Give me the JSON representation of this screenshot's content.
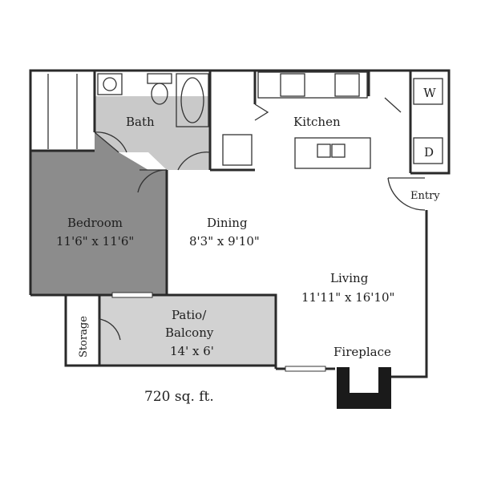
{
  "floorplan": {
    "total_area": "720 sq. ft.",
    "rooms": {
      "bath": {
        "name": "Bath"
      },
      "kitchen": {
        "name": "Kitchen"
      },
      "bedroom": {
        "name": "Bedroom",
        "size": "11'6\" x 11'6\""
      },
      "dining": {
        "name": "Dining",
        "size": "8'3\" x 9'10\""
      },
      "living": {
        "name": "Living",
        "size": "11'11\" x 16'10\""
      },
      "patio": {
        "name_line1": "Patio/",
        "name_line2": "Balcony",
        "size": "14' x 6'"
      },
      "storage": {
        "name": "Storage"
      }
    },
    "features": {
      "entry": "Entry",
      "fireplace": "Fireplace",
      "washer": "W",
      "dryer": "D"
    },
    "colors": {
      "bedroom_fill": "#8c8c8c",
      "bath_fill": "#c9c9c9",
      "patio_fill": "#d2d2d2",
      "fireplace_fill": "#1a1a1a",
      "wall": "#2a2a2a"
    }
  }
}
